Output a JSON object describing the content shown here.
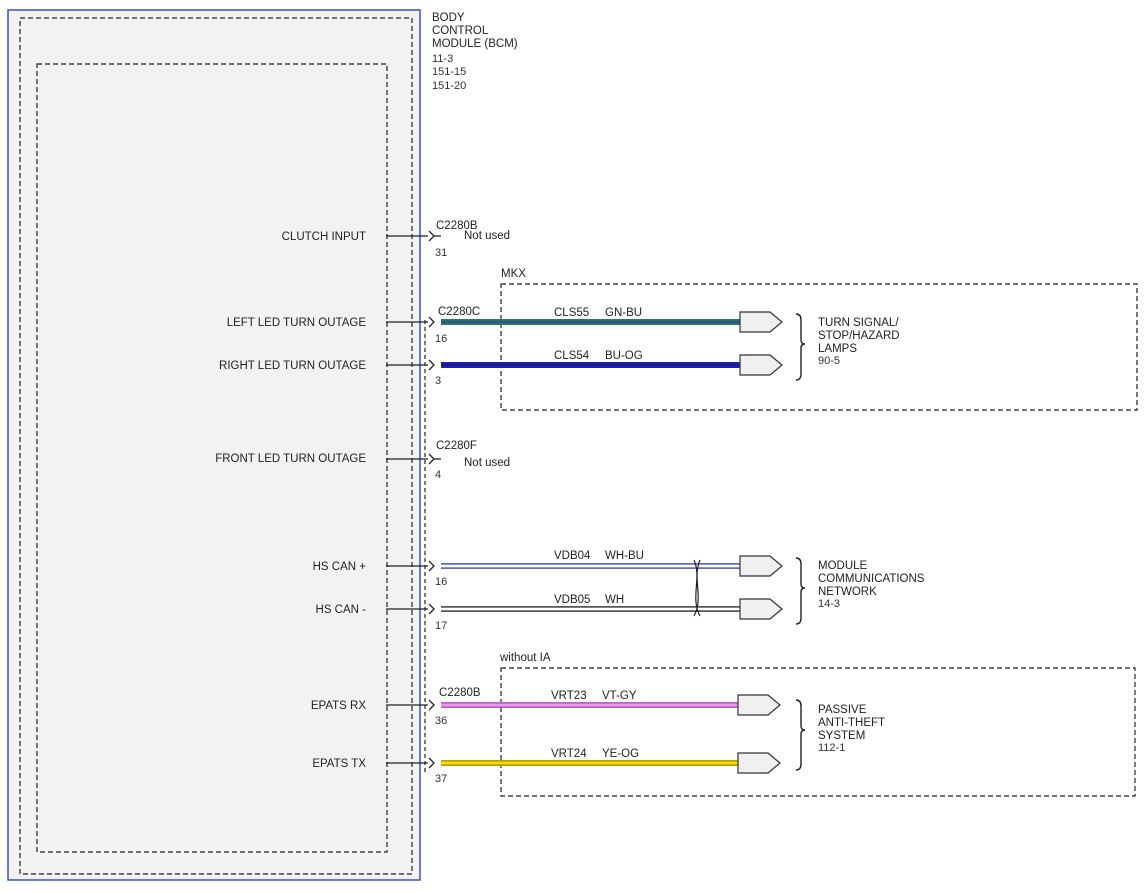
{
  "module": {
    "title_lines": [
      "BODY",
      "CONTROL",
      "MODULE (BCM)"
    ],
    "refs": [
      "11-3",
      "151-15",
      "151-20"
    ]
  },
  "signals": {
    "clutch_input": "CLUTCH INPUT",
    "left_led": "LEFT LED TURN OUTAGE",
    "right_led": "RIGHT LED TURN OUTAGE",
    "front_led": "FRONT LED TURN OUTAGE",
    "hs_can_plus": "HS CAN +",
    "hs_can_minus": "HS CAN -",
    "epats_rx": "EPATS RX",
    "epats_tx": "EPATS TX"
  },
  "connectors": {
    "c2280b_top": "C2280B",
    "c2280c": "C2280C",
    "c2280f": "C2280F",
    "c2280b_bottom": "C2280B"
  },
  "pins": {
    "clutch": "31",
    "left_led": "16",
    "right_led": "3",
    "front_led": "4",
    "hs_can_plus": "16",
    "hs_can_minus": "17",
    "epats_rx": "36",
    "epats_tx": "37"
  },
  "notes": {
    "not_used_1": "Not used",
    "not_used_2": "Not used"
  },
  "option_groups": {
    "mkx": "MKX",
    "without_ia": "without IA"
  },
  "wires": {
    "cls55": {
      "circuit": "CLS55",
      "color_code": "GN-BU",
      "stroke": "#2f7a4a",
      "core": "#2a55a0"
    },
    "cls54": {
      "circuit": "CLS54",
      "color_code": "BU-OG",
      "stroke": "#1f1fb8",
      "core": "#1a1a90"
    },
    "vdb04": {
      "circuit": "VDB04",
      "color_code": "WH-BU",
      "stroke": "#5d6bd6",
      "core": "#ffffff"
    },
    "vdb05": {
      "circuit": "VDB05",
      "color_code": "WH",
      "stroke": "#555555",
      "core": "#ffffff"
    },
    "vrt23": {
      "circuit": "VRT23",
      "color_code": "VT-GY",
      "stroke": "#c25fcc",
      "core": "#e39ee8"
    },
    "vrt24": {
      "circuit": "VRT24",
      "color_code": "YE-OG",
      "stroke": "#b8a400",
      "core": "#f2dc1a"
    }
  },
  "destinations": {
    "turn_signal": {
      "lines": [
        "TURN SIGNAL/",
        "STOP/HAZARD",
        "LAMPS"
      ],
      "ref": "90-5"
    },
    "module_comm": {
      "lines": [
        "MODULE",
        "COMMUNICATIONS",
        "NETWORK"
      ],
      "ref": "14-3"
    },
    "passive_anti_theft": {
      "lines": [
        "PASSIVE",
        "ANTI-THEFT",
        "SYSTEM"
      ],
      "ref": "112-1"
    }
  },
  "colors": {
    "module_border": "#3a4fd0",
    "module_fill": "#f2f2f2"
  }
}
